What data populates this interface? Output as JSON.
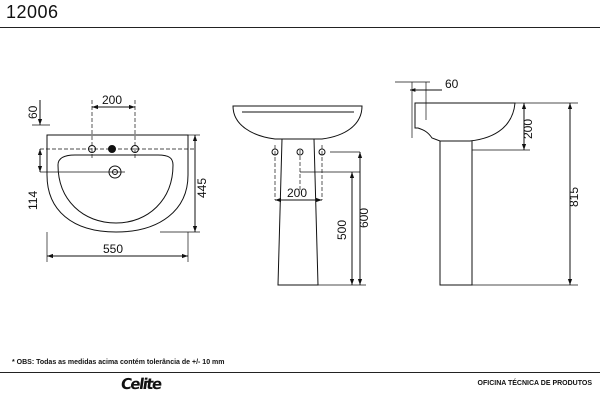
{
  "header": {
    "model_number": "12006"
  },
  "dimensions": {
    "front": {
      "hole_spacing": "200",
      "top_offset": "60",
      "basin_height": "114",
      "total_depth": "445",
      "width": "550"
    },
    "side_pedestal": {
      "hole_spacing": "200",
      "pedestal_height": "500",
      "total_height": "600"
    },
    "profile": {
      "top_offset": "60",
      "hole_depth": "200",
      "total_height": "815"
    }
  },
  "footer": {
    "note": "* OBS: Todas as medidas acima contém tolerância de +/- 10 mm",
    "brand": "Celite",
    "department": "OFICINA TÉCNICA DE PRODUTOS"
  }
}
